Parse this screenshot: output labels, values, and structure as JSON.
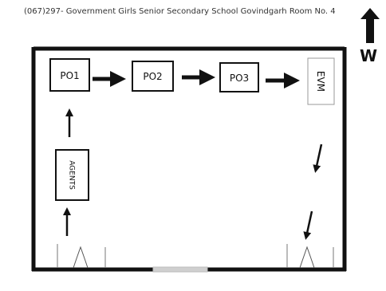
{
  "title": "(067)297- Government Girls Senior Secondary School Govindgarh Room No. 4",
  "compass": {
    "label": "W",
    "icon": "north-up-arrow-icon"
  },
  "nodes": {
    "po1": "PO1",
    "po2": "PO2",
    "po3": "PO3",
    "evm": "EVM",
    "agents": "AGENTS"
  }
}
